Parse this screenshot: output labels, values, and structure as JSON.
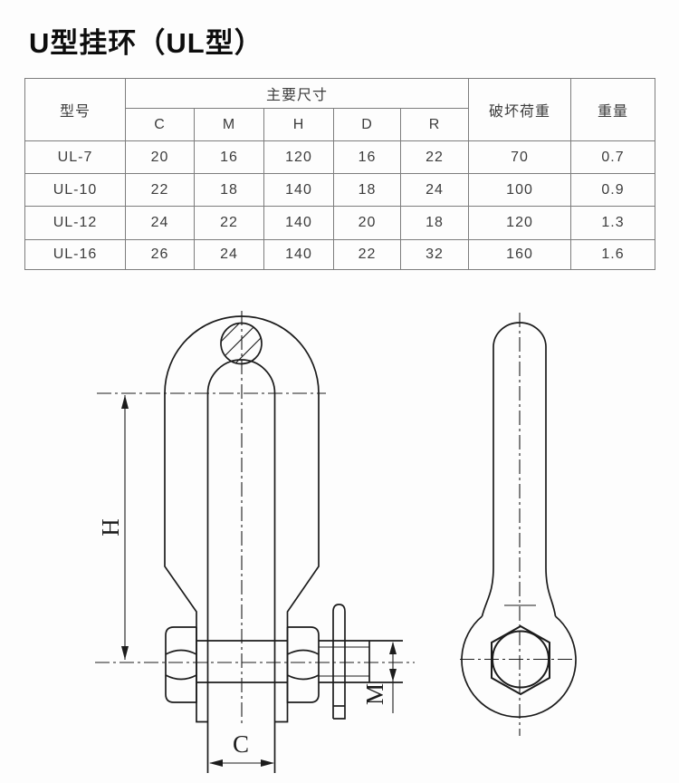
{
  "title": "U型挂环（UL型）",
  "table": {
    "headers": {
      "model": "型号",
      "main_dims": "主要尺寸",
      "breaking_load": "破坏荷重",
      "weight": "重量"
    },
    "sub_cols": [
      "C",
      "M",
      "H",
      "D",
      "R"
    ],
    "rows": [
      {
        "model": "UL-7",
        "C": "20",
        "M": "16",
        "H": "120",
        "D": "16",
        "R": "22",
        "load": "70",
        "weight": "0.7"
      },
      {
        "model": "UL-10",
        "C": "22",
        "M": "18",
        "H": "140",
        "D": "18",
        "R": "24",
        "load": "100",
        "weight": "0.9"
      },
      {
        "model": "UL-12",
        "C": "24",
        "M": "22",
        "H": "140",
        "D": "20",
        "R": "18",
        "load": "120",
        "weight": "1.3"
      },
      {
        "model": "UL-16",
        "C": "26",
        "M": "24",
        "H": "140",
        "D": "22",
        "R": "32",
        "load": "160",
        "weight": "1.6"
      }
    ]
  },
  "drawing": {
    "labels": {
      "H": "H",
      "M": "M",
      "C": "C"
    }
  },
  "colors": {
    "line": "#1c1c1c",
    "table_border": "#7d7d7d",
    "text": "#3c3c3c"
  }
}
